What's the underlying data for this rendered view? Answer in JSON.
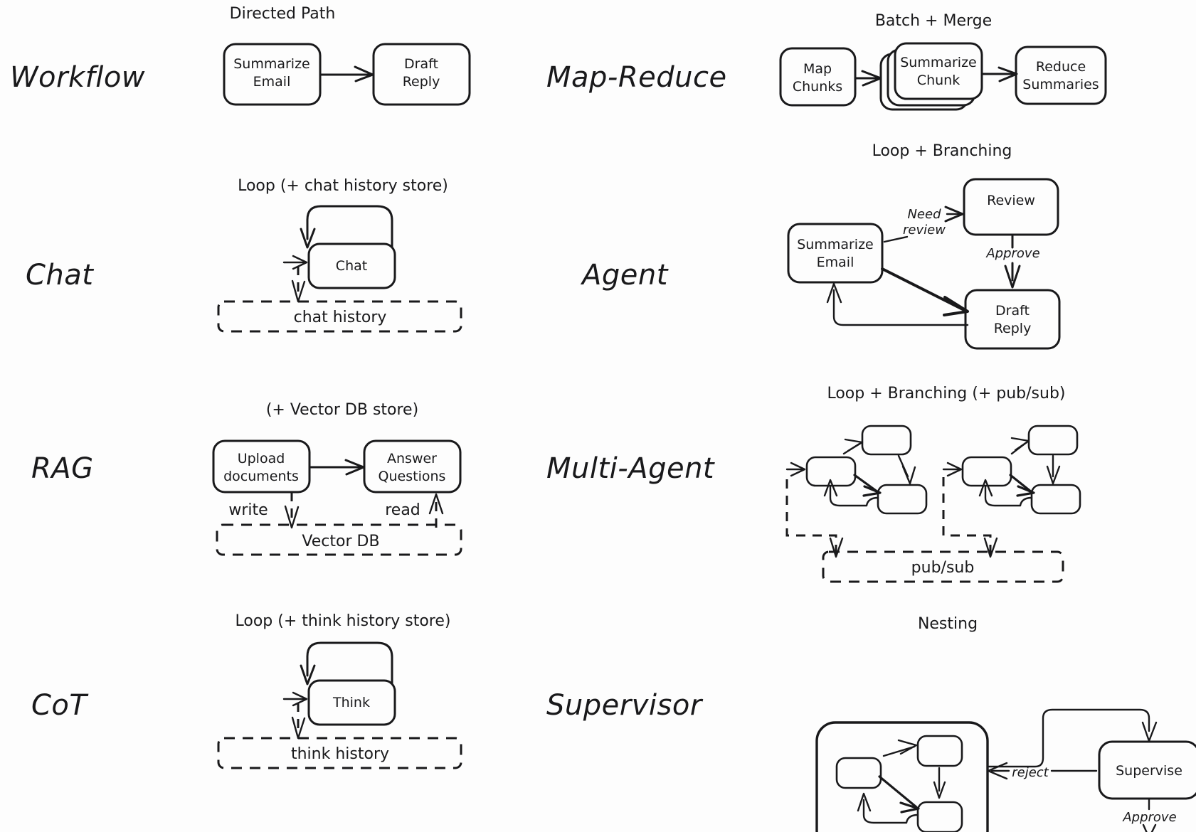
{
  "page": {
    "background": "#fdfdfd",
    "ink": "#19191b",
    "title_note": "Agent / workflow architecture patterns comparison"
  },
  "rows": [
    {
      "left": {
        "label": "Workflow",
        "caption": "Directed Path",
        "nodes": [
          {
            "name": "summarize-email",
            "lines": [
              "Summarize",
              "Email"
            ]
          },
          {
            "name": "draft-reply",
            "lines": [
              "Draft",
              "Reply"
            ]
          }
        ],
        "edge_labels": [],
        "store": null
      },
      "right": {
        "label": "Map-Reduce",
        "caption": "Batch + Merge",
        "nodes": [
          {
            "name": "map-chunks",
            "lines": [
              "Map",
              "Chunks"
            ]
          },
          {
            "name": "summarize-chunk",
            "lines": [
              "Summarize",
              "Chunk"
            ],
            "stacked": true
          },
          {
            "name": "reduce-summaries",
            "lines": [
              "Reduce",
              "Summaries"
            ]
          }
        ],
        "edge_labels": [],
        "store": null
      }
    },
    {
      "left": {
        "label": "Chat",
        "caption": "Loop (+ chat history store)",
        "nodes": [
          {
            "name": "chat",
            "lines": [
              "Chat"
            ]
          }
        ],
        "edge_labels": [],
        "store": {
          "name": "chat-history-store",
          "label": "chat history"
        }
      },
      "right": {
        "label": "Agent",
        "caption": "Loop + Branching",
        "nodes": [
          {
            "name": "summarize-email",
            "lines": [
              "Summarize",
              "Email"
            ]
          },
          {
            "name": "review",
            "lines": [
              "Review"
            ]
          },
          {
            "name": "draft-reply",
            "lines": [
              "Draft",
              "Reply"
            ]
          }
        ],
        "edge_labels": [
          {
            "name": "need-review-label",
            "lines": [
              "Need",
              "review"
            ]
          },
          {
            "name": "approve-label",
            "lines": [
              "Approve"
            ]
          }
        ],
        "store": null
      }
    },
    {
      "left": {
        "label": "RAG",
        "caption": "(+ Vector DB store)",
        "nodes": [
          {
            "name": "upload-documents",
            "lines": [
              "Upload",
              "documents"
            ]
          },
          {
            "name": "answer-questions",
            "lines": [
              "Answer",
              "Questions"
            ]
          }
        ],
        "edge_labels": [
          {
            "name": "write-label",
            "lines": [
              "write"
            ]
          },
          {
            "name": "read-label",
            "lines": [
              "read"
            ]
          }
        ],
        "store": {
          "name": "vector-db-store",
          "label": "Vector DB"
        }
      },
      "right": {
        "label": "Multi-Agent",
        "caption": "Loop + Branching (+ pub/sub)",
        "nodes": [],
        "edge_labels": [],
        "store": {
          "name": "pubsub-store",
          "label": "pub/sub"
        }
      }
    },
    {
      "left": {
        "label": "CoT",
        "caption": "Loop (+ think history store)",
        "nodes": [
          {
            "name": "think",
            "lines": [
              "Think"
            ]
          }
        ],
        "edge_labels": [],
        "store": {
          "name": "think-history-store",
          "label": "think history"
        }
      },
      "right": {
        "label": "Supervisor",
        "caption": "Nesting",
        "nodes": [
          {
            "name": "supervise",
            "lines": [
              "Supervise"
            ]
          }
        ],
        "edge_labels": [
          {
            "name": "reject-label",
            "lines": [
              "reject"
            ]
          },
          {
            "name": "approve-label",
            "lines": [
              "Approve"
            ]
          }
        ],
        "store": null
      }
    }
  ],
  "labels": {
    "workflow": "Workflow",
    "map_reduce": "Map-Reduce",
    "chat": "Chat",
    "agent": "Agent",
    "rag": "RAG",
    "multi_agent": "Multi-Agent",
    "cot": "CoT",
    "supervisor": "Supervisor"
  },
  "captions": {
    "directed_path": "Directed Path",
    "batch_merge": "Batch + Merge",
    "loop_chat_history": "Loop (+ chat history store)",
    "loop_branching": "Loop + Branching",
    "vector_db_store": "(+ Vector DB store)",
    "loop_branching_pubsub": "Loop + Branching (+ pub/sub)",
    "loop_think_history": "Loop (+ think history store)",
    "nesting": "Nesting"
  },
  "nodes": {
    "summarize_email_l1": "Summarize",
    "summarize_email_l2": "Email",
    "draft_reply_l1": "Draft",
    "draft_reply_l2": "Reply",
    "map_chunks_l1": "Map",
    "map_chunks_l2": "Chunks",
    "summarize_chunk_l1": "Summarize",
    "summarize_chunk_l2": "Chunk",
    "reduce_summaries_l1": "Reduce",
    "reduce_summaries_l2": "Summaries",
    "chat": "Chat",
    "review": "Review",
    "upload_documents_l1": "Upload",
    "upload_documents_l2": "documents",
    "answer_questions_l1": "Answer",
    "answer_questions_l2": "Questions",
    "think": "Think",
    "supervise": "Supervise"
  },
  "stores": {
    "chat_history": "chat history",
    "vector_db": "Vector DB",
    "pubsub": "pub/sub",
    "think_history": "think history"
  },
  "edge_labels": {
    "need": "Need",
    "review": "review",
    "approve": "Approve",
    "write": "write",
    "read": "read",
    "reject": "reject",
    "approve2": "Approve"
  }
}
